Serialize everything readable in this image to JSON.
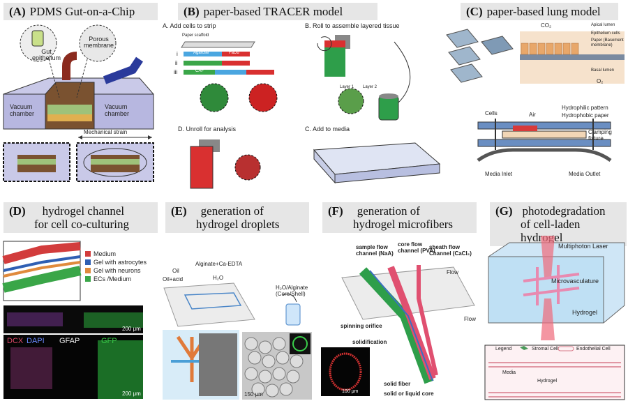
{
  "panels": {
    "A": {
      "letter": "(A)",
      "title": "PDMS Gut-on-a-Chip",
      "labels": {
        "gut1": "Gut",
        "gut2": "epithelium",
        "porous1": "Porous",
        "porous2": "membrane",
        "vac_left1": "Vacuum",
        "vac_left2": "chamber",
        "vac_right1": "Vacuum",
        "vac_right2": "chamber",
        "strain": "Mechanical strain"
      }
    },
    "B": {
      "letter": "(B)",
      "title": "paper-based TRACER model",
      "labels": {
        "step_a": "A. Add cells to strip",
        "step_b": "B. Roll to assemble layered tissue",
        "step_c": "C. Add to media",
        "step_d": "D. Unroll for analysis",
        "scaffold": "Paper scaffold",
        "row_i": "i",
        "row_ii": "ii",
        "row_iii": "iii",
        "agarose": "Agarose",
        "fadu": "FaDu",
        "caf": "CAF",
        "layer1": "Layer 1",
        "layer2": "Layer 2"
      }
    },
    "C": {
      "letter": "(C)",
      "title": "paper-based lung model",
      "labels": {
        "co2": "CO₂",
        "o2": "O₂",
        "apical": "Apical lumen",
        "epi": "Epithelium cells",
        "paper1": "Paper (Basement",
        "paper2": "membrane)",
        "basal": "Basal lumen",
        "cells": "Cells",
        "air": "Air",
        "hydrophilic": "Hydrophilic pattern",
        "hydrophobic": "Hydrophobic paper",
        "clamp1": "Clamping",
        "clamp2": "fixture",
        "inlet": "Media Inlet",
        "outlet": "Media Outlet"
      }
    },
    "D": {
      "letter": "(D)",
      "title1": "hydrogel channel",
      "title2": "for cell co-culturing",
      "legend": [
        {
          "label": "Medium",
          "color": "#d23c3c"
        },
        {
          "label": "Gel with astrocytes",
          "color": "#2f5fb3"
        },
        {
          "label": "Gel with neurons",
          "color": "#e08a3c"
        },
        {
          "label": "ECs /Medium",
          "color": "#3aa648"
        }
      ],
      "scale1": "200 μm",
      "scale2": "200 μm",
      "dcx": "DCX",
      "dapi": "DAPI",
      "gfap": "GFAP",
      "gfp": "GFP"
    },
    "E": {
      "letter": "(E)",
      "title1": "generation of",
      "title2": "hydrogel droplets",
      "labels": {
        "oil": "Oil",
        "oil_acid": "Oil+acid",
        "alginate": "Alginate+Ca-EDTA",
        "h2o": "H₂O",
        "h2o_alg1": "H₂O/Alginate",
        "h2o_alg2": "(Core/Shell)",
        "scale": "150 μm"
      }
    },
    "F": {
      "letter": "(F)",
      "title1": "generation of",
      "title2": "hydrogel microfibers",
      "labels": {
        "sample1": "sample flow",
        "sample2": "channel (NaA)",
        "core1": "core flow",
        "core2": "channel (PVA)",
        "sheath1": "sheath flow",
        "sheath2": "Channel (CaCl₂)",
        "flow1": "Flow",
        "flow2": "Flow",
        "spinning": "spinning orifice",
        "solidification": "solidification",
        "solid_fiber": "solid fiber",
        "core_type": "solid or liquid core",
        "scale": "100 μm"
      }
    },
    "G": {
      "letter": "(G)",
      "title1": "photodegradation",
      "title2": "of cell-laden hydrogel",
      "labels": {
        "laser": "Multiphoton Laser",
        "micro": "Microvasculature",
        "hydrogel": "Hydrogel",
        "legend": "Legend",
        "stromal": "Stromal Cell",
        "endo": "Endothelial Cell",
        "media": "Media",
        "hydrogel2": "Hydrogel"
      }
    }
  },
  "colors": {
    "green": "#2e9e4a",
    "red": "#d83a3a",
    "blue": "#3a6fc2",
    "header_bg": "#e6e6e6"
  }
}
